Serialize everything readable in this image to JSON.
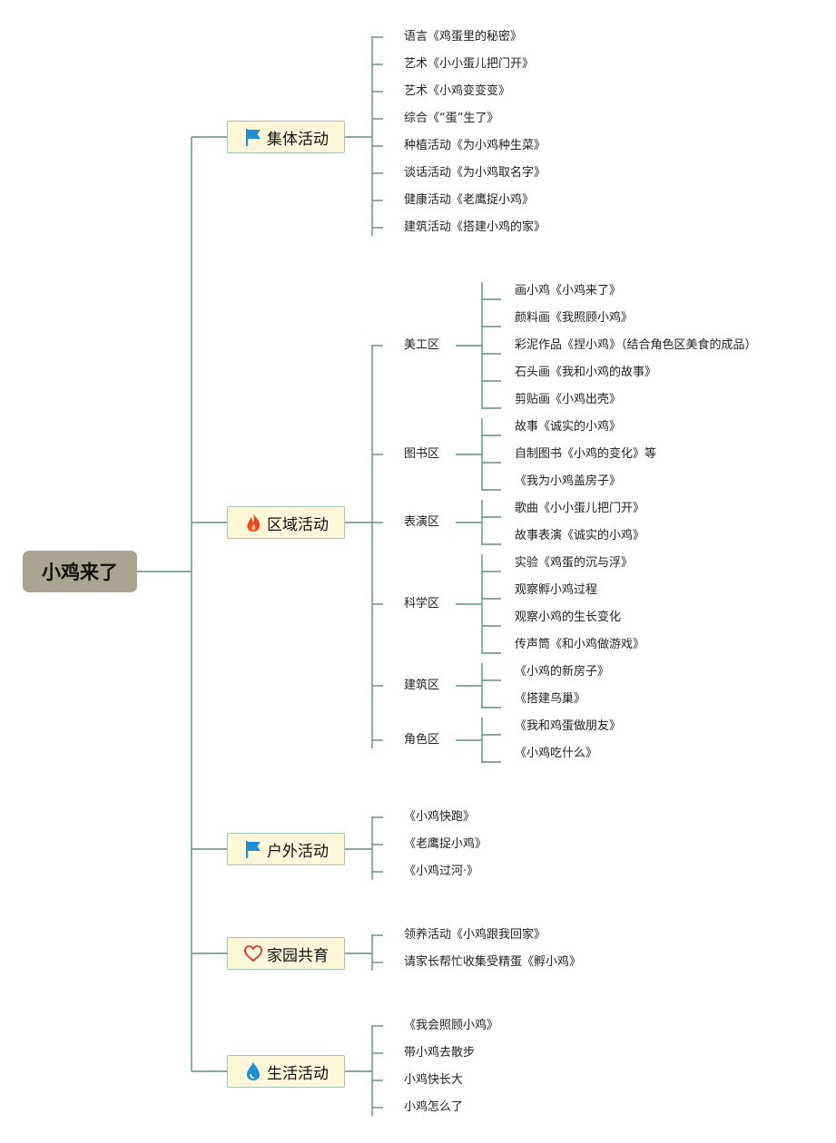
{
  "root": {
    "label": "小鸡来了"
  },
  "colors": {
    "line": "#5e8e84",
    "root_bg": "#a9a592",
    "category_bg": "#fdf6d8",
    "category_border": "#a8c4b3",
    "flag": "#1f8fd6",
    "fire": "#e9471c",
    "water": "#1f8fd6",
    "heart": "#d6342a"
  },
  "categories": [
    {
      "icon": "flag-icon",
      "label": "集体活动",
      "items": [
        "语言《鸡蛋里的秘密》",
        "艺术《小小蛋儿把门开》",
        "艺术《小鸡变变变》",
        "综合《“蛋”生了》",
        "种植活动《为小鸡种生菜》",
        "谈话活动《为小鸡取名字》",
        "健康活动《老鹰捉小鸡》",
        "建筑活动《搭建小鸡的家》"
      ]
    },
    {
      "icon": "fire-icon",
      "label": "区域活动",
      "zones": [
        {
          "label": "美工区",
          "items": [
            "画小鸡《小鸡来了》",
            "颜料画《我照顾小鸡》",
            "彩泥作品《捏小鸡》（结合角色区美食的成品）",
            "石头画《我和小鸡的故事》",
            "剪贴画《小鸡出壳》"
          ]
        },
        {
          "label": "图书区",
          "items": [
            "故事《诚实的小鸡》",
            "自制图书《小鸡的变化》等",
            "《我为小鸡盖房子》"
          ]
        },
        {
          "label": "表演区",
          "items": [
            "歌曲《小小蛋儿把门开》",
            "故事表演《诚实的小鸡》"
          ]
        },
        {
          "label": "科学区",
          "items": [
            "实验《鸡蛋的沉与浮》",
            "观察孵小鸡过程",
            "观察小鸡的生长变化",
            "传声筒《和小鸡做游戏》"
          ]
        },
        {
          "label": "建筑区",
          "items": [
            "《小鸡的新房子》",
            "《搭建鸟巢》"
          ]
        },
        {
          "label": "角色区",
          "items": [
            "《我和鸡蛋做朋友》",
            "《小鸡吃什么》"
          ]
        }
      ]
    },
    {
      "icon": "flag-icon",
      "label": "户外活动",
      "items": [
        "《小鸡快跑》",
        "《老鹰捉小鸡》",
        "《小鸡过河·》"
      ]
    },
    {
      "icon": "heart-icon",
      "label": "家园共育",
      "items": [
        "领养活动《小鸡跟我回家》",
        "请家长帮忙收集受精蛋《孵小鸡》"
      ]
    },
    {
      "icon": "water-drop-icon",
      "label": "生活活动",
      "items": [
        "《我会照顾小鸡》",
        "带小鸡去散步",
        "小鸡快长大",
        "小鸡怎么了"
      ]
    }
  ]
}
